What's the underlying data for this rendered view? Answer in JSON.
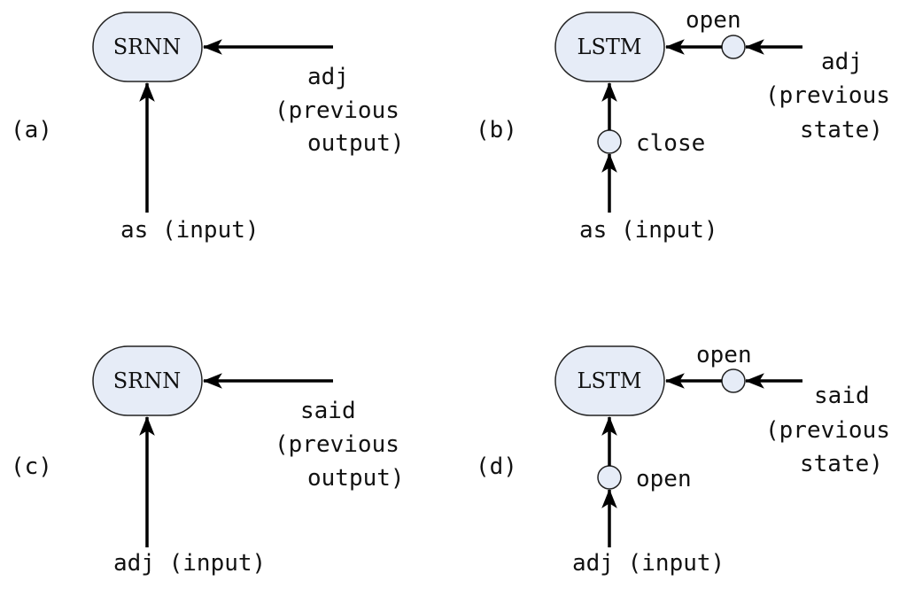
{
  "colors": {
    "node_fill": "#e6ecf7",
    "stroke": "#000000",
    "text": "#111111"
  },
  "panels": {
    "a": {
      "label": "(a)",
      "node": "SRNN",
      "input": "as (input)",
      "prev": [
        "adj",
        "(previous",
        "output)"
      ]
    },
    "b": {
      "label": "(b)",
      "node": "LSTM",
      "input": "as (input)",
      "prev": [
        "adj",
        "(previous",
        "state)"
      ],
      "top_gate": "open",
      "input_gate": "close"
    },
    "c": {
      "label": "(c)",
      "node": "SRNN",
      "input": "adj (input)",
      "prev": [
        "said",
        "(previous",
        "output)"
      ]
    },
    "d": {
      "label": "(d)",
      "node": "LSTM",
      "input": "adj (input)",
      "prev": [
        "said",
        "(previous",
        "state)"
      ],
      "top_gate": "open",
      "input_gate": "open"
    }
  }
}
